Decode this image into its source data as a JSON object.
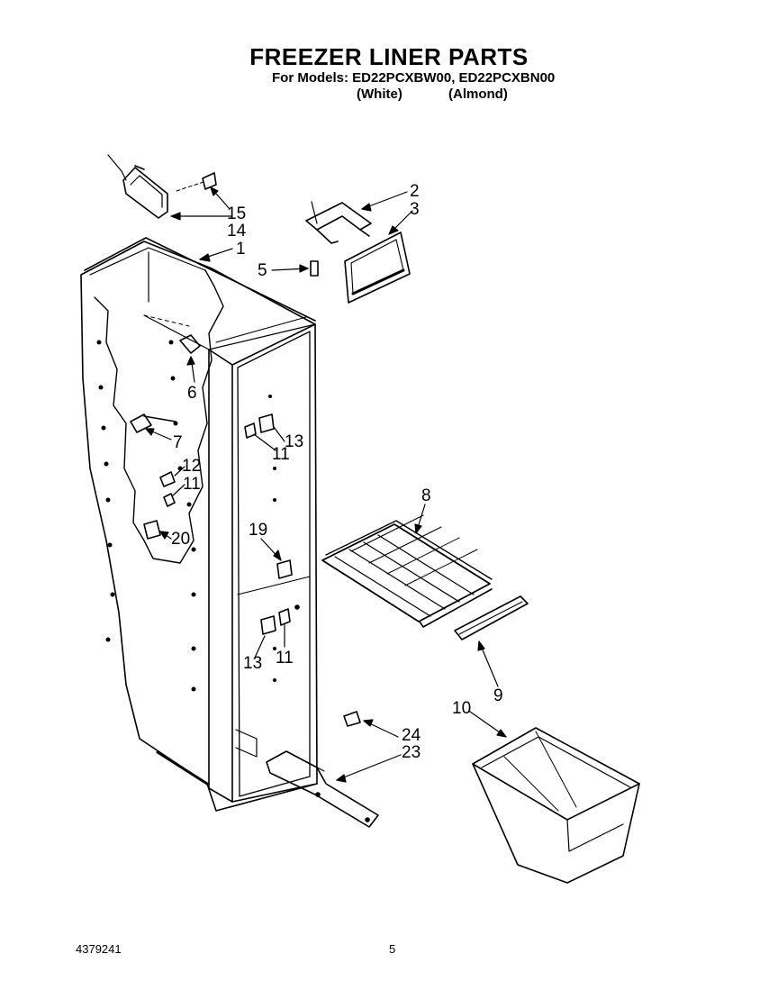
{
  "header": {
    "title": "FREEZER LINER PARTS",
    "models_line": "For Models: ED22PCXBW00, ED22PCXBN00",
    "variants": [
      "(White)",
      "(Almond)"
    ]
  },
  "callouts": [
    {
      "id": "1",
      "label": "1"
    },
    {
      "id": "2",
      "label": "2"
    },
    {
      "id": "3",
      "label": "3"
    },
    {
      "id": "5",
      "label": "5"
    },
    {
      "id": "6",
      "label": "6"
    },
    {
      "id": "7",
      "label": "7"
    },
    {
      "id": "8",
      "label": "8"
    },
    {
      "id": "9",
      "label": "9"
    },
    {
      "id": "10",
      "label": "10"
    },
    {
      "id": "11a",
      "label": "11"
    },
    {
      "id": "11b",
      "label": "11"
    },
    {
      "id": "11c",
      "label": "11"
    },
    {
      "id": "12",
      "label": "12"
    },
    {
      "id": "13a",
      "label": "13"
    },
    {
      "id": "13b",
      "label": "13"
    },
    {
      "id": "14",
      "label": "14"
    },
    {
      "id": "15",
      "label": "15"
    },
    {
      "id": "19",
      "label": "19"
    },
    {
      "id": "20",
      "label": "20"
    },
    {
      "id": "23",
      "label": "23"
    },
    {
      "id": "24",
      "label": "24"
    }
  ],
  "footer": {
    "doc_number": "4379241",
    "page_number": "5"
  }
}
